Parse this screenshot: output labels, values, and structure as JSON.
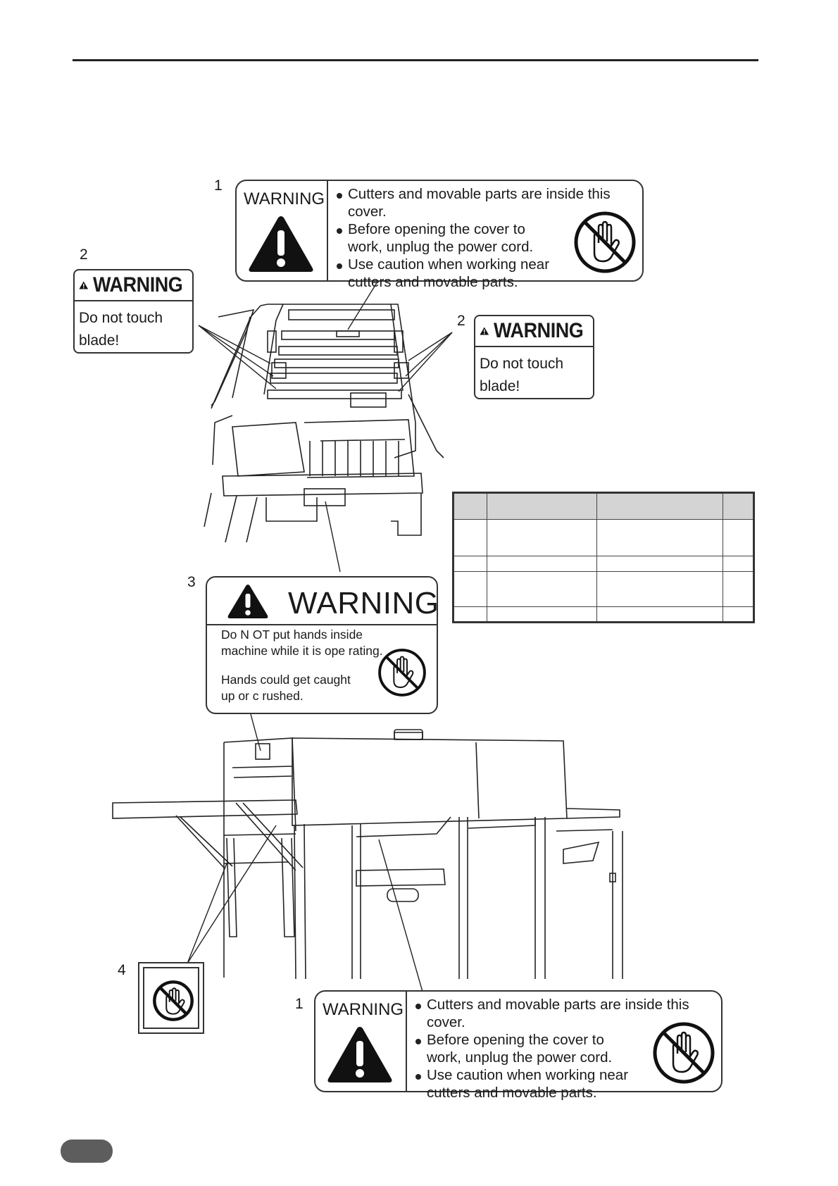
{
  "labels": {
    "n1_top": "1",
    "n1_bottom": "1",
    "n2_left": "2",
    "n2_right": "2",
    "n3": "3",
    "n4": "4"
  },
  "label_cover": {
    "title": "WARNING",
    "lines": [
      "Cutters and movable parts are inside this cover.",
      "Before opening the cover to work, unplug the power cord.",
      "Use caution when working near cutters and movable parts."
    ]
  },
  "label_blade": {
    "title": "WARNING",
    "text": "Do not touch blade!"
  },
  "label_hands": {
    "title": "WARNING",
    "line1": "Do N OT put hands inside machine while it is ope   rating.",
    "line2": "Hands could get caught up or c rushed."
  },
  "icons": {
    "warning": "warning-triangle-icon",
    "no_hands": "no-hands-icon"
  }
}
